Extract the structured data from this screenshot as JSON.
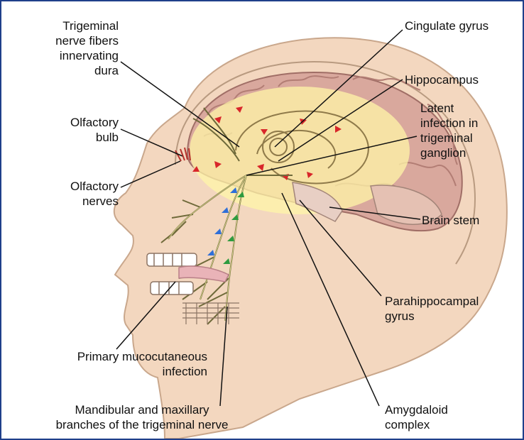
{
  "diagram": {
    "labels": {
      "trigeminal_fibers": "Trigeminal\nnerve fibers\ninnervating\ndura",
      "olfactory_bulb": "Olfactory\nbulb",
      "olfactory_nerves": "Olfactory\nnerves",
      "primary_infection": "Primary mucocutaneous\ninfection",
      "mandibular_branches": "Mandibular and maxillary\nbranches of the trigeminal nerve",
      "cingulate_gyrus": "Cingulate gyrus",
      "hippocampus": "Hippocampus",
      "latent_infection": "Latent\ninfection in\ntrigeminal\nganglion",
      "brain_stem": "Brain stem",
      "parahippocampal_gyrus": "Parahippocampal\ngyrus",
      "amygdaloid_complex": "Amygdaloid\ncomplex"
    },
    "colors": {
      "skin": "#f3d7bf",
      "skin_outline": "#c9a78c",
      "brain": "#d9a89d",
      "brain_gyri": "#b27d74",
      "limbic_highlight": "#fff6a8",
      "nerve": "#d4cf8a",
      "nerve_outline": "#6f6a3a",
      "arrow_red": "#d8262a",
      "arrow_blue": "#2f6fd8",
      "arrow_green": "#2e9b3f",
      "leader_line": "#111111",
      "frame": "#1f3f8a"
    }
  }
}
